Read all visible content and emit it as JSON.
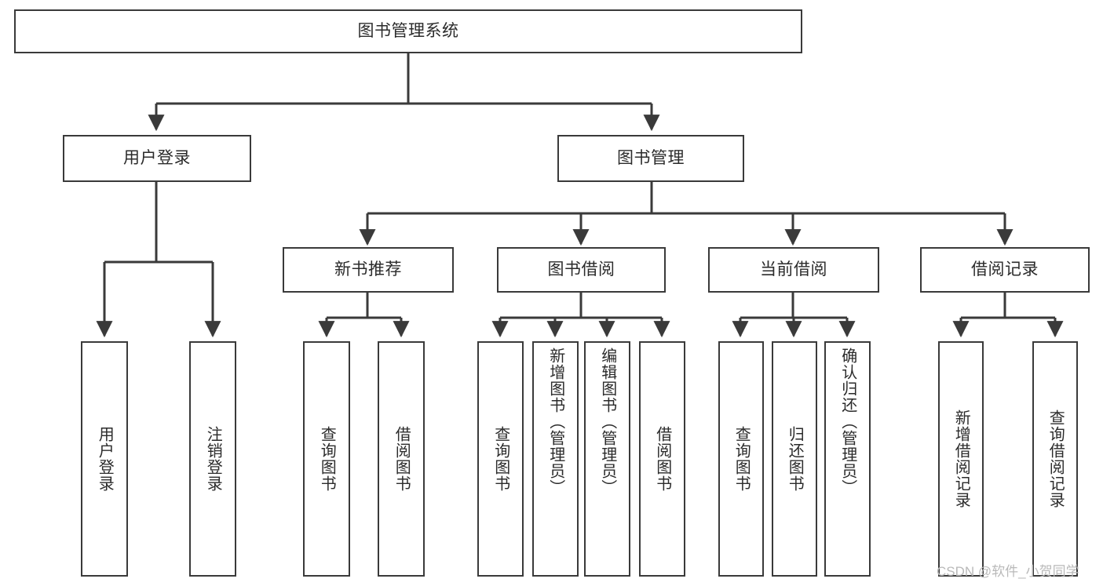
{
  "diagram": {
    "type": "tree",
    "title": "图书管理系统",
    "orientation": "top-down",
    "colors": {
      "border": "#3a3a3a",
      "text": "#2b2b2b",
      "background": "#ffffff",
      "watermark": "#b9b9b9"
    },
    "root": {
      "label": "图书管理系统"
    },
    "level2": [
      {
        "label": "用户登录"
      },
      {
        "label": "图书管理"
      }
    ],
    "level3": [
      {
        "label": "新书推荐"
      },
      {
        "label": "图书借阅"
      },
      {
        "label": "当前借阅"
      },
      {
        "label": "借阅记录"
      }
    ],
    "leaves": {
      "user_login": [
        {
          "label": "用户登录"
        },
        {
          "label": "注销登录"
        }
      ],
      "new_book_recommend": [
        {
          "label": "查询图书"
        },
        {
          "label": "借阅图书"
        }
      ],
      "book_borrow": [
        {
          "label": "查询图书"
        },
        {
          "label": "新增图书（管理员）"
        },
        {
          "label": "编辑图书（管理员）"
        },
        {
          "label": "借阅图书"
        }
      ],
      "current_borrow": [
        {
          "label": "查询图书"
        },
        {
          "label": "归还图书"
        },
        {
          "label": "确认归还（管理员）"
        }
      ],
      "borrow_record": [
        {
          "label": "新增借阅记录"
        },
        {
          "label": "查询借阅记录"
        }
      ]
    }
  },
  "watermark": {
    "text": "CSDN @软件_小贺同学"
  }
}
